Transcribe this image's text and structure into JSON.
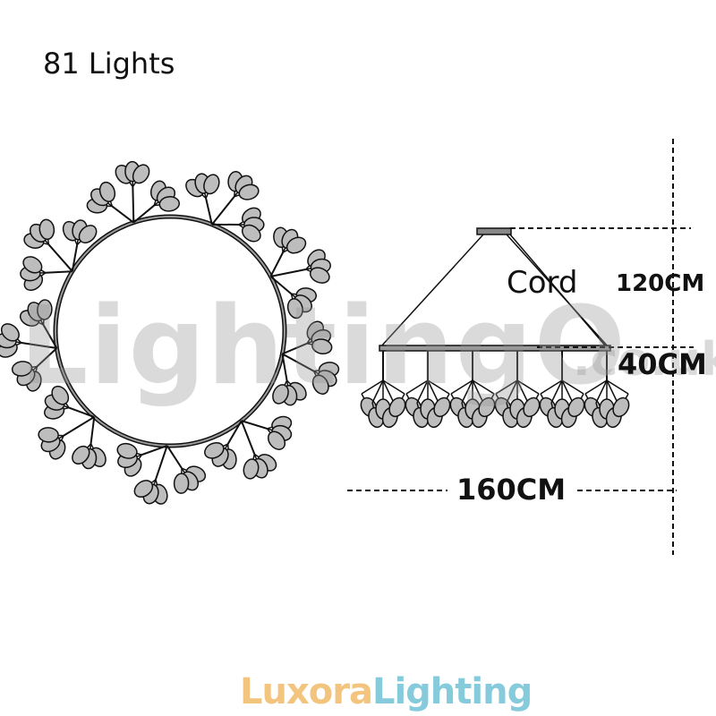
{
  "title": "81 Lights",
  "watermark": {
    "main": "LightingO",
    "tld": ".co.uk"
  },
  "labels": {
    "cord": "Cord",
    "height_cord": "120CM",
    "height_body": "40CM",
    "width": "160CM"
  },
  "logo": {
    "part1": "Luxora",
    "part2": "Lighting",
    "color1": "#f2c47e",
    "color2": "#86cbdc"
  },
  "colors": {
    "line": "#111111",
    "leaf_fill": "#bdbdbd"
  }
}
